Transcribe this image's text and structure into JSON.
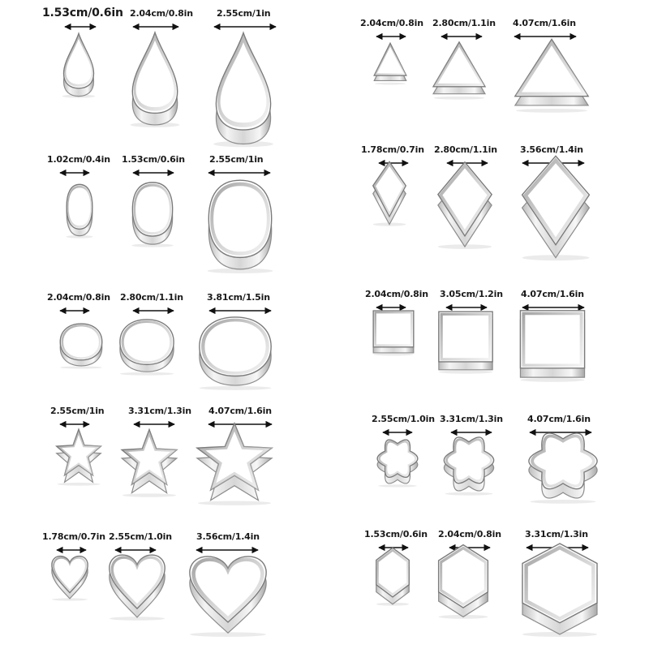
{
  "image": {
    "description": "Product photo of 30 stainless-steel cookie/clay cutters in 10 shapes, 3 sizes each, with dimension labels",
    "background": "#ffffff",
    "metal_colors": {
      "light": "#f2f2f2",
      "mid": "#c8c8c8",
      "dark": "#6e6e6e",
      "edge": "#9a9a9a"
    }
  },
  "groups": [
    {
      "shape": "teardrop",
      "column": "left",
      "sizes": [
        "1.53cm/0.6in",
        "2.04cm/0.8in",
        "2.55cm/1in"
      ]
    },
    {
      "shape": "oval",
      "column": "left",
      "sizes": [
        "1.02cm/0.4in",
        "1.53cm/0.6in",
        "2.55cm/1in"
      ]
    },
    {
      "shape": "circle",
      "column": "left",
      "sizes": [
        "2.04cm/0.8in",
        "2.80cm/1.1in",
        "3.81cm/1.5in"
      ]
    },
    {
      "shape": "star",
      "column": "left",
      "sizes": [
        "2.55cm/1in",
        "3.31cm/1.3in",
        "4.07cm/1.6in"
      ]
    },
    {
      "shape": "heart",
      "column": "left",
      "sizes": [
        "1.78cm/0.7in",
        "2.55cm/1.0in",
        "3.56cm/1.4in"
      ]
    },
    {
      "shape": "triangle",
      "column": "right",
      "sizes": [
        "2.04cm/0.8in",
        "2.80cm/1.1in",
        "4.07cm/1.6in"
      ]
    },
    {
      "shape": "rhombus",
      "column": "right",
      "sizes": [
        "1.78cm/0.7in",
        "2.80cm/1.1in",
        "3.56cm/1.4in"
      ]
    },
    {
      "shape": "square",
      "column": "right",
      "sizes": [
        "2.04cm/0.8in",
        "3.05cm/1.2in",
        "4.07cm/1.6in"
      ]
    },
    {
      "shape": "flower",
      "column": "right",
      "sizes": [
        "2.55cm/1.0in",
        "3.31cm/1.3in",
        "4.07cm/1.6in"
      ]
    },
    {
      "shape": "hexagon",
      "column": "right",
      "sizes": [
        "1.53cm/0.6in",
        "2.04cm/0.8in",
        "3.31cm/1.3in"
      ]
    }
  ]
}
